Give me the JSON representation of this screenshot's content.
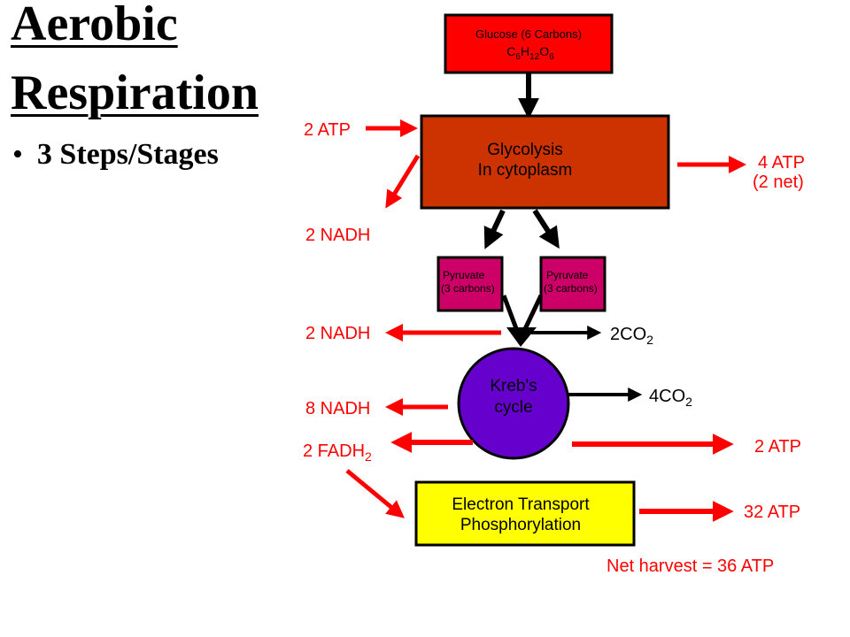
{
  "slide": {
    "title_line_1": "Aerobic",
    "title_line_2": "Respiration",
    "bullets": [
      "3 Steps/Stages"
    ]
  },
  "diagram": {
    "glucose": {
      "line1": "Glucose (6 Carbons)",
      "formula_c": "C",
      "sub_6a": "6",
      "formula_h": "H",
      "sub_12": "12",
      "formula_o": "O",
      "sub_6b": "6"
    },
    "glycolysis": {
      "line1": "Glycolysis",
      "line2": "In cytoplasm"
    },
    "pyruvate_left": {
      "line1": "Pyruvate",
      "line2": "(3 carbons)"
    },
    "pyruvate_right": {
      "line1": "Pyruvate",
      "line2": "(3 carbons)"
    },
    "krebs": {
      "line1": "Kreb's",
      "line2": "cycle"
    },
    "etc": {
      "line1": "Electron Transport",
      "line2": "Phosphorylation"
    },
    "labels": {
      "atp_in": "2 ATP",
      "atp_out_glycolysis_1": "4 ATP",
      "atp_out_glycolysis_2": "(2 net)",
      "nadh_glycolysis": "2 NADH",
      "nadh_pyruvate": "2 NADH",
      "co2_pyruvate": "2CO",
      "co2_pyruvate_sub": "2",
      "nadh_krebs": "8 NADH",
      "co2_krebs": "4CO",
      "co2_krebs_sub": "2",
      "fadh": "2 FADH",
      "fadh_sub": "2",
      "atp_krebs": "2 ATP",
      "atp_etc": "32 ATP",
      "net_harvest": "Net harvest = 36 ATP"
    },
    "colors": {
      "glucose_box": "#ff0000",
      "glycolysis_box": "#cc3300",
      "pyruvate_box": "#cc0066",
      "krebs_circle": "#6600cc",
      "etc_box": "#ffff00",
      "arrow_red": "#ff0000",
      "arrow_black": "#000000",
      "label_red": "#ff0000"
    }
  }
}
